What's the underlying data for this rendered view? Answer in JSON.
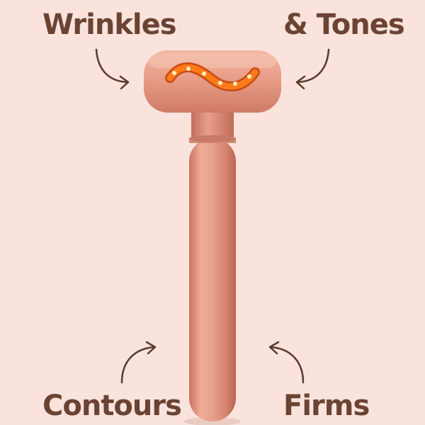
{
  "labels": {
    "top_left": "Wrinkles",
    "top_right": "& Tones",
    "bottom_left": "Contours",
    "bottom_right": "Firms"
  },
  "colors": {
    "background": "#f9e3dc",
    "text": "#6b4333",
    "device": "#e49a84",
    "led": "#ff6a00"
  },
  "icons": [
    "arrow-icon",
    "led-light-strip"
  ]
}
